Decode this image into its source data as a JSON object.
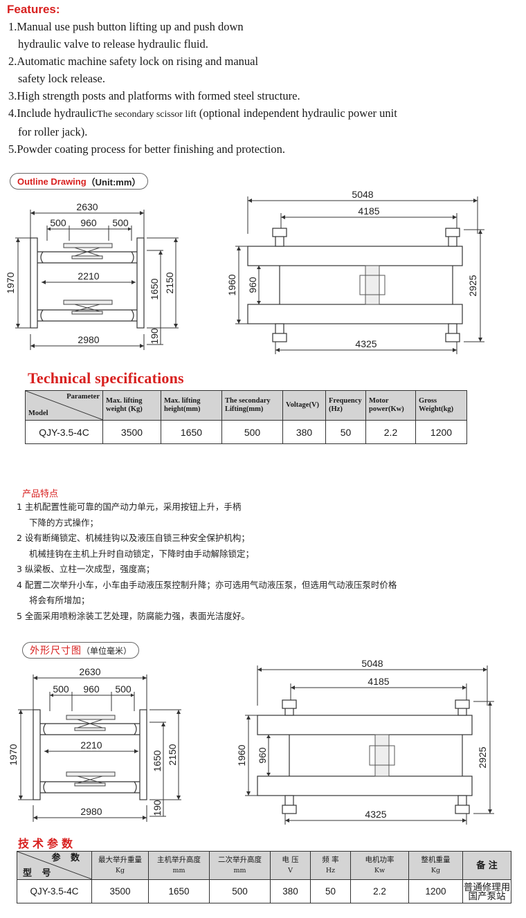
{
  "features": {
    "title": "Features:",
    "items": [
      {
        "lines": [
          "1.Manual use push button lifting up and push down",
          "hydraulic valve to release hydraulic fluid."
        ]
      },
      {
        "lines": [
          "2.Automatic machine safety lock on rising and manual",
          "safety lock release."
        ]
      },
      {
        "lines": [
          "3.High strength posts and platforms with formed steel structure."
        ]
      },
      {
        "prefix": "4.Include hydraulic",
        "small": "The secondary scissor lift",
        "rest": " (optional independent hydraulic  power unit",
        "lines": [
          "for roller jack)."
        ]
      },
      {
        "lines": [
          "5.Powder coating process for better finishing and protection."
        ]
      }
    ]
  },
  "outline_drawing": {
    "label": "Outline Drawing",
    "unit": "（Unit:mm）"
  },
  "dims": {
    "overall_width": "2630",
    "side_offset": "500",
    "center_gap": "960",
    "inner_width": "2210",
    "base_width": "2980",
    "post_height": "1970",
    "lift_height": "1650",
    "total_height": "2150",
    "base_height": "190",
    "top_length": "5048",
    "inner_length": "4185",
    "bottom_length": "4325",
    "side_width": "1960",
    "platform_gap": "960",
    "total_width": "2925"
  },
  "spec_en": {
    "title": "Technical specifications",
    "corner_top": "Parameter",
    "corner_bottom": "Model",
    "headers": [
      [
        "Max. lifting",
        "weight (Kg)"
      ],
      [
        "Max. lifting",
        "height(mm)"
      ],
      [
        "The secondary",
        "Lifting(mm)"
      ],
      [
        "Voltage(V)"
      ],
      [
        "Frequency",
        "(Hz)"
      ],
      [
        "Motor",
        "power(Kw)"
      ],
      [
        "Gross",
        "Weight(kg)"
      ]
    ],
    "values": [
      "QJY-3.5-4C",
      "3500",
      "1650",
      "500",
      "380",
      "50",
      "2.2",
      "1200"
    ]
  },
  "cn_features": {
    "title": "产品特点",
    "items": [
      {
        "lines": [
          "1 主机配置性能可靠的国产动力单元，采用按钮上升，手柄",
          "下降的方式操作；"
        ]
      },
      {
        "lines": [
          "2 设有断绳锁定、机械挂钩以及液压自锁三种安全保护机构；",
          "机械挂钩在主机上升时自动锁定，下降时由手动解除锁定；"
        ]
      },
      {
        "lines": [
          "3 纵梁板、立柱一次成型，强度高；"
        ]
      },
      {
        "lines": [
          "4 配置二次举升小车，小车由手动液压泵控制升降；亦可选用气动液压泵，但选用气动液压泵时价格",
          "将会有所增加；"
        ]
      },
      {
        "lines": [
          "5 全面采用喷粉涂装工艺处理，防腐能力强，表面光洁度好。"
        ]
      }
    ]
  },
  "cn_outline": {
    "label": "外形尺寸图",
    "unit": "（单位毫米）"
  },
  "spec_cn": {
    "title": "技术参数",
    "corner_top": "参 数",
    "corner_bottom": "型 号",
    "headers": [
      [
        "最大举升重量",
        "Kg"
      ],
      [
        "主机举升高度",
        "mm"
      ],
      [
        "二次举升高度",
        "mm"
      ],
      [
        "电 压",
        "V"
      ],
      [
        "频 率",
        "Hz"
      ],
      [
        "电机功率",
        "Kw"
      ],
      [
        "整机重量",
        "Kg"
      ],
      [
        "备 注"
      ]
    ],
    "values": [
      "QJY-3.5-4C",
      "3500",
      "1650",
      "500",
      "380",
      "50",
      "2.2",
      "1200"
    ],
    "remark": [
      "普通修理用",
      "国产泵站"
    ]
  }
}
